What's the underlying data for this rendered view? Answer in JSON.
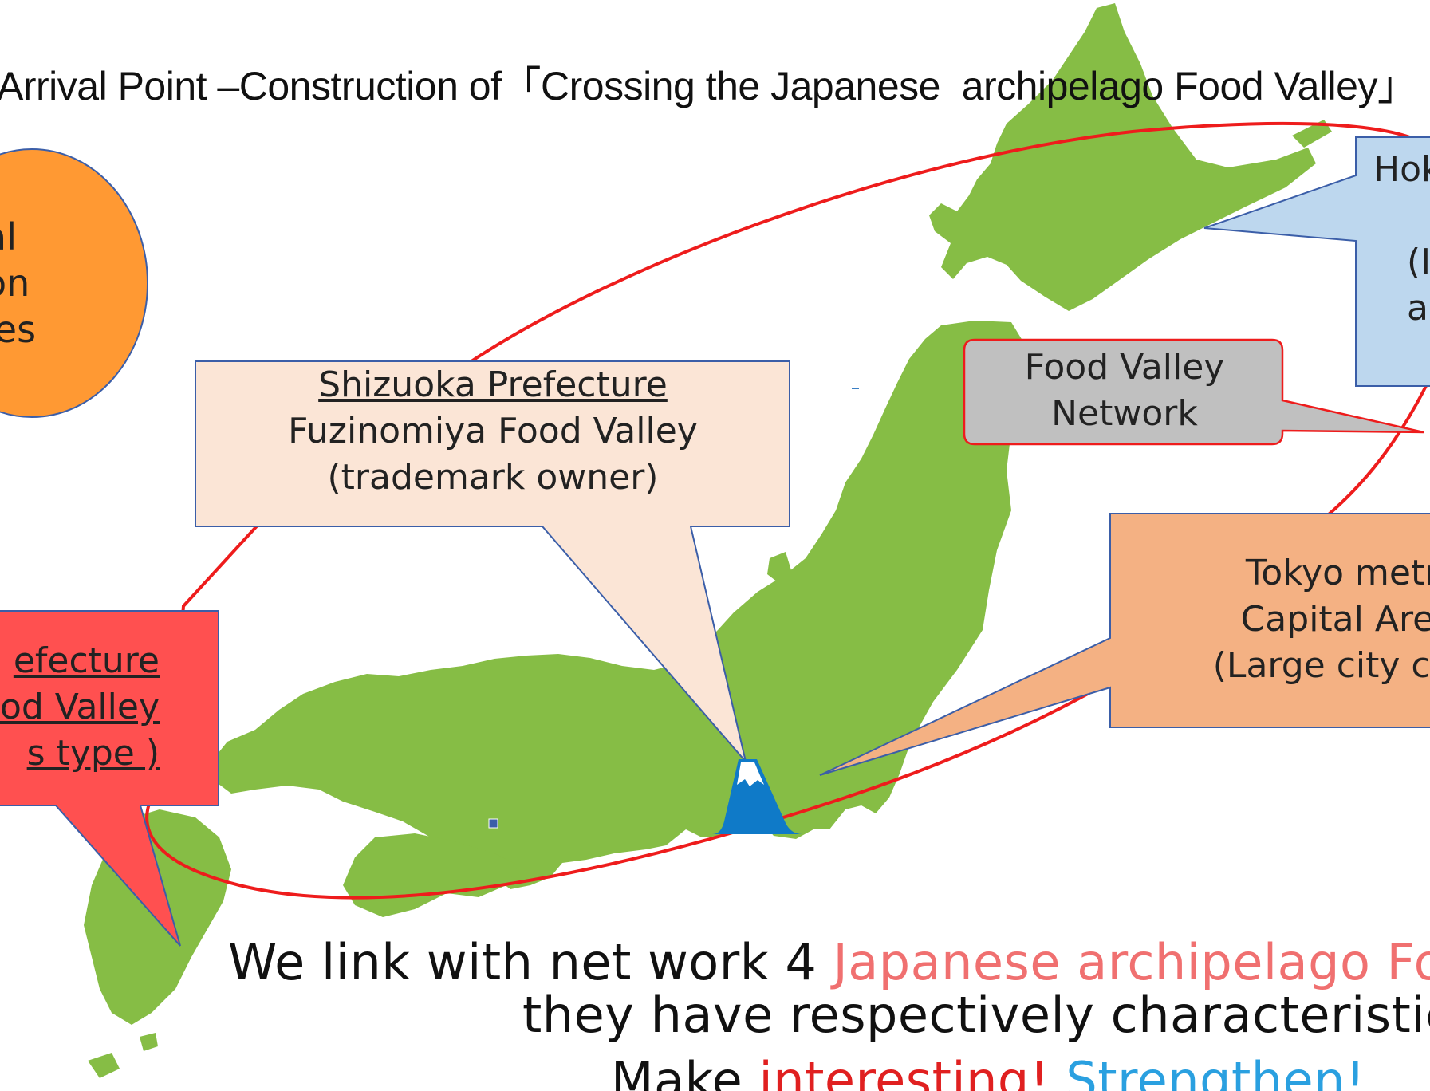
{
  "title": "Arrival Point –Construction of「Crossing the Japanese  archipelago Food Valley」",
  "shizuoka": {
    "heading": "Shizuoka Prefecture",
    "line2": "Fuzinomiya Food Valley",
    "line3": "(trademark owner)"
  },
  "network": {
    "line1": "Food Valley",
    "line2": "Network"
  },
  "hokkaido": {
    "line1": "Hok",
    "line2": "(I",
    "line3": "a"
  },
  "tokyo": {
    "line1": "Tokyo metrop",
    "line2": "Capital Area F",
    "line3": "(Large city consu"
  },
  "red_callout": {
    "line1": "efecture",
    "line2": "od Valley",
    "line3": "s type )"
  },
  "orange_bubble": {
    "line1": "al",
    "line2": "on",
    "line3": "les"
  },
  "bottom": {
    "line1_prefix": "We link with net work 4 ",
    "line1_highlight": "Japanese archipelago Food",
    "line2": "they have respectively characteristics",
    "line3_prefix": "Make ",
    "line3_red": "interesting!",
    "line3_space": " ",
    "line3_blue": "Strengthen!"
  },
  "colors": {
    "land": "#86bd45",
    "ring": "#ee1c1c",
    "shizuoka_box": "#fbe5d6",
    "network_box": "#c0c0c0",
    "hokkaido_box": "#bdd7ee",
    "tokyo_box": "#f4b183",
    "red_box": "#ff5050",
    "orange_bubble": "#ff9933",
    "fuji": "#0f7ac8"
  }
}
